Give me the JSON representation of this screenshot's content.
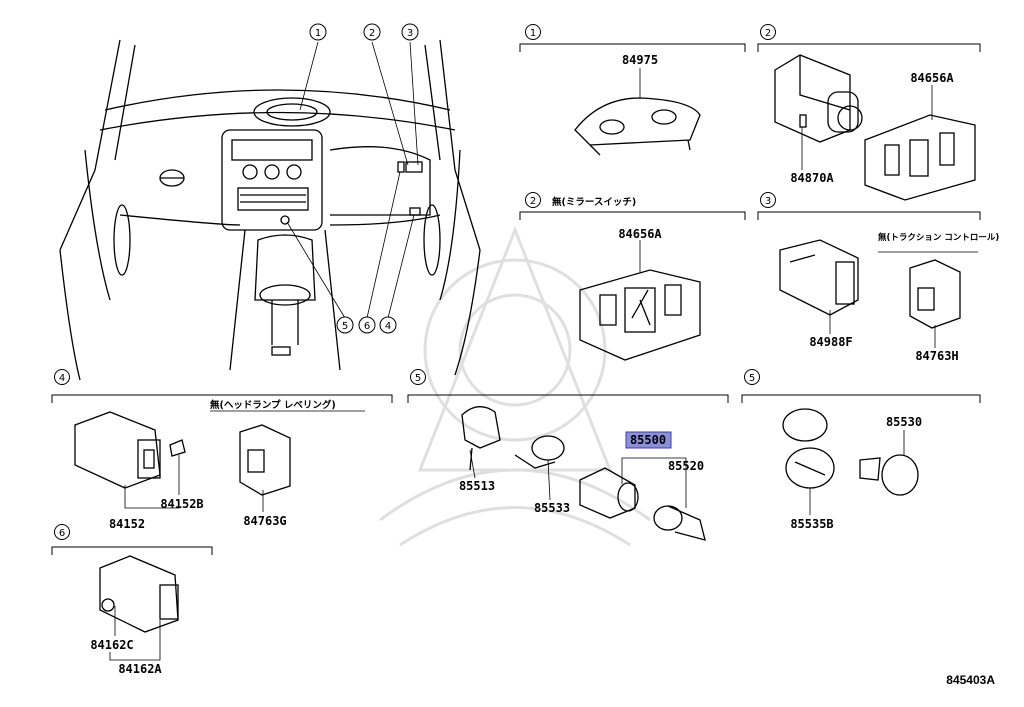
{
  "diagram": {
    "drawing_code": "845403A",
    "highlighted_part": "85500",
    "callouts": [
      "1",
      "2",
      "3",
      "4",
      "5",
      "6"
    ],
    "overview_callouts": {
      "top": [
        "1",
        "2",
        "3"
      ],
      "bottom": [
        "5",
        "6",
        "4"
      ]
    },
    "groups": [
      {
        "callout": "1",
        "note": "",
        "parts": [
          "84975"
        ]
      },
      {
        "callout": "2",
        "note": "",
        "parts": [
          "84656A",
          "84870A"
        ]
      },
      {
        "callout": "2",
        "note": "無(ミラースイッチ)",
        "parts": [
          "84656A"
        ]
      },
      {
        "callout": "3",
        "note": "無(トラクション コントロール)",
        "parts": [
          "84988F",
          "84763H"
        ]
      },
      {
        "callout": "4",
        "note": "無(ヘッドランプ レベリング)",
        "parts": [
          "84152B",
          "84152",
          "84763G"
        ]
      },
      {
        "callout": "5",
        "note": "",
        "parts": [
          "85513",
          "85533",
          "85500",
          "85520"
        ]
      },
      {
        "callout": "5",
        "note": "",
        "parts": [
          "85530",
          "85535B"
        ]
      },
      {
        "callout": "6",
        "note": "",
        "parts": [
          "84162C",
          "84162A"
        ]
      }
    ]
  }
}
